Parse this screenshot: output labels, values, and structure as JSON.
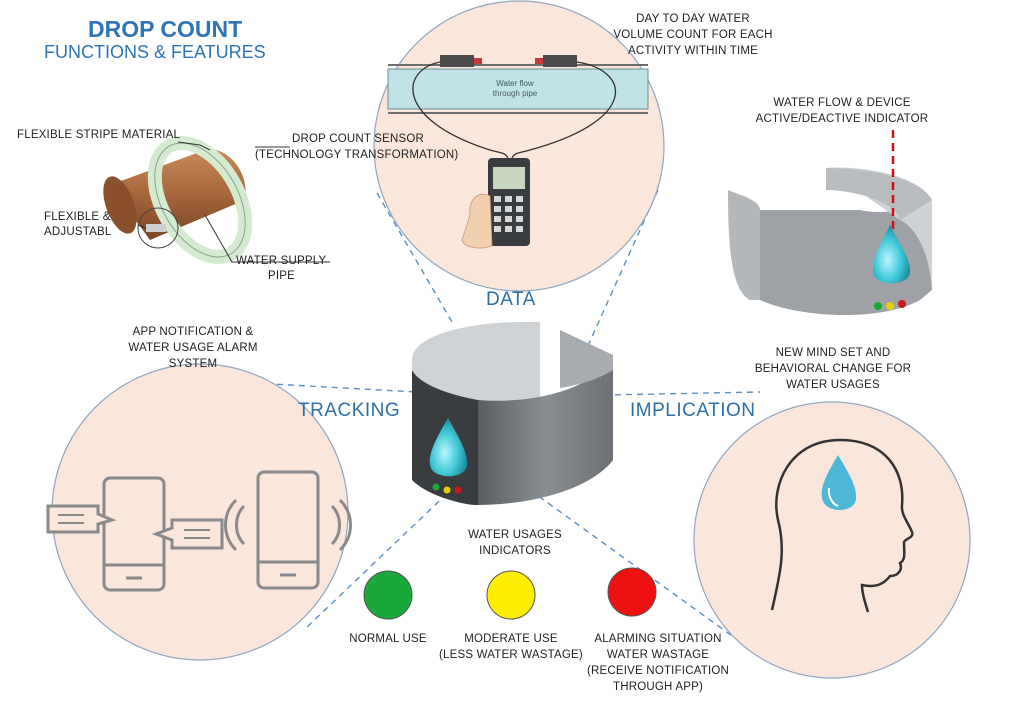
{
  "header": {
    "title": "DROP COUNT",
    "subtitle": "FUNCTIONS & FEATURES"
  },
  "sections": {
    "data": "DATA",
    "tracking": "TRACKING",
    "implication": "IMPLICATION"
  },
  "device_labels": {
    "stripe": "FLEXIBLE STRIPE MATERIAL",
    "sensor_1": "DROP COUNT SENSOR",
    "sensor_2": "(TECHNOLOGY TRANSFORMATION)",
    "adjustable_1": "FLEXIBLE &",
    "adjustable_2": "ADJUSTABL",
    "pipe_1": "WATER SUPPLY",
    "pipe_2": "PIPE"
  },
  "data_panel": {
    "caption_1": "DAY TO DAY WATER",
    "caption_2": "VOLUME COUNT FOR EACH",
    "caption_3": "ACTIVITY WITHIN TIME",
    "pipe_text_1": "Water flow",
    "pipe_text_2": "through pipe"
  },
  "indicator_panel": {
    "caption_1": "WATER FLOW & DEVICE",
    "caption_2": "ACTIVE/DEACTIVE INDICATOR"
  },
  "tracking_panel": {
    "caption_1": "APP NOTIFICATION &",
    "caption_2": "WATER USAGE ALARM",
    "caption_3": "SYSTEM"
  },
  "implication_panel": {
    "caption_1": "NEW MIND SET AND",
    "caption_2": "BEHAVIORAL CHANGE FOR",
    "caption_3": "WATER USAGES"
  },
  "indicators": {
    "heading_1": "WATER USAGES",
    "heading_2": "INDICATORS",
    "items": [
      {
        "color": "#1aa83a",
        "line_1": "NORMAL USE",
        "line_2": "",
        "line_3": "",
        "line_4": ""
      },
      {
        "color": "#ffee00",
        "line_1": "MODERATE USE",
        "line_2": "(LESS WATER WASTAGE)",
        "line_3": "",
        "line_4": ""
      },
      {
        "color": "#ee1111",
        "line_1": "ALARMING SITUATION",
        "line_2": "WATER WASTAGE",
        "line_3": "(RECEIVE NOTIFICATION",
        "line_4": "THROUGH APP)"
      }
    ]
  },
  "colors": {
    "accent": "#2e75b6",
    "panel_fill": "#fbe6dc",
    "device_grey": "#7d8185",
    "water": "#3fc7d6",
    "dash": "#5a8fc4"
  }
}
